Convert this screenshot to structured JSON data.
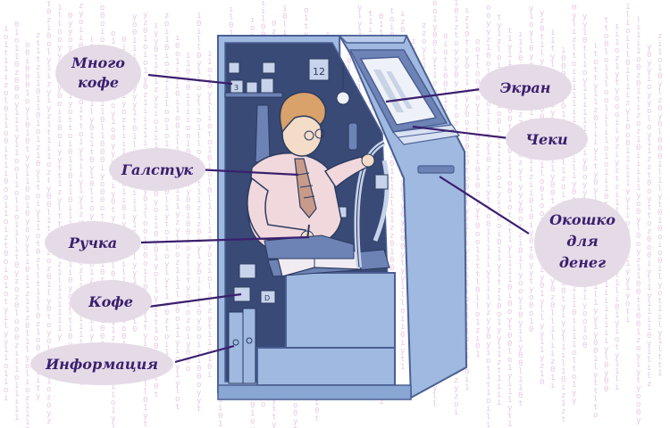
{
  "labels": {
    "mnogo_kofe_line1": "Много",
    "mnogo_kofe_line2": "кофе",
    "galstuk": "Галстук",
    "ruchka": "Ручка",
    "kofe": "Кофе",
    "informatsiya": "Информация",
    "ekran": "Экран",
    "cheki": "Чеки",
    "okoshko_line1": "Окошко",
    "okoshko_line2": "для",
    "okoshko_line3": "денег"
  },
  "clock": {
    "calendar_number": "12"
  },
  "colors": {
    "bubble_fill": "#e5dbe7",
    "label_text": "#3b1f6e",
    "leader_line": "#3b1f6e",
    "atm_body": "#9fb9e0",
    "atm_outline": "#4b5f93",
    "atm_inside": "#384a75",
    "matrix_glyph": "#e9c8e6"
  }
}
